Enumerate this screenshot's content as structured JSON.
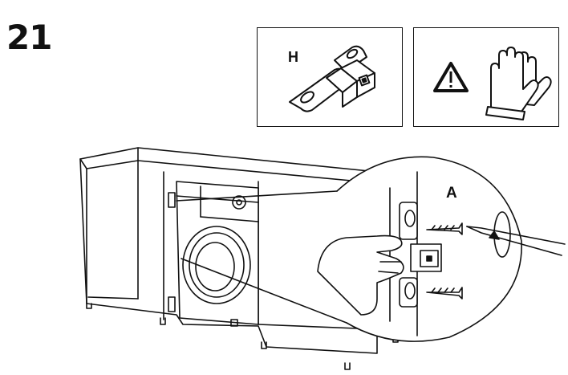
{
  "step": {
    "number": "21"
  },
  "panels": {
    "hardware": {
      "label": "H",
      "icon": "hinge-bracket-icon"
    },
    "safety": {
      "warning_icon": "warning-triangle-icon",
      "gloves_icon": "gloves-icon"
    }
  },
  "callout": {
    "label": "A"
  }
}
